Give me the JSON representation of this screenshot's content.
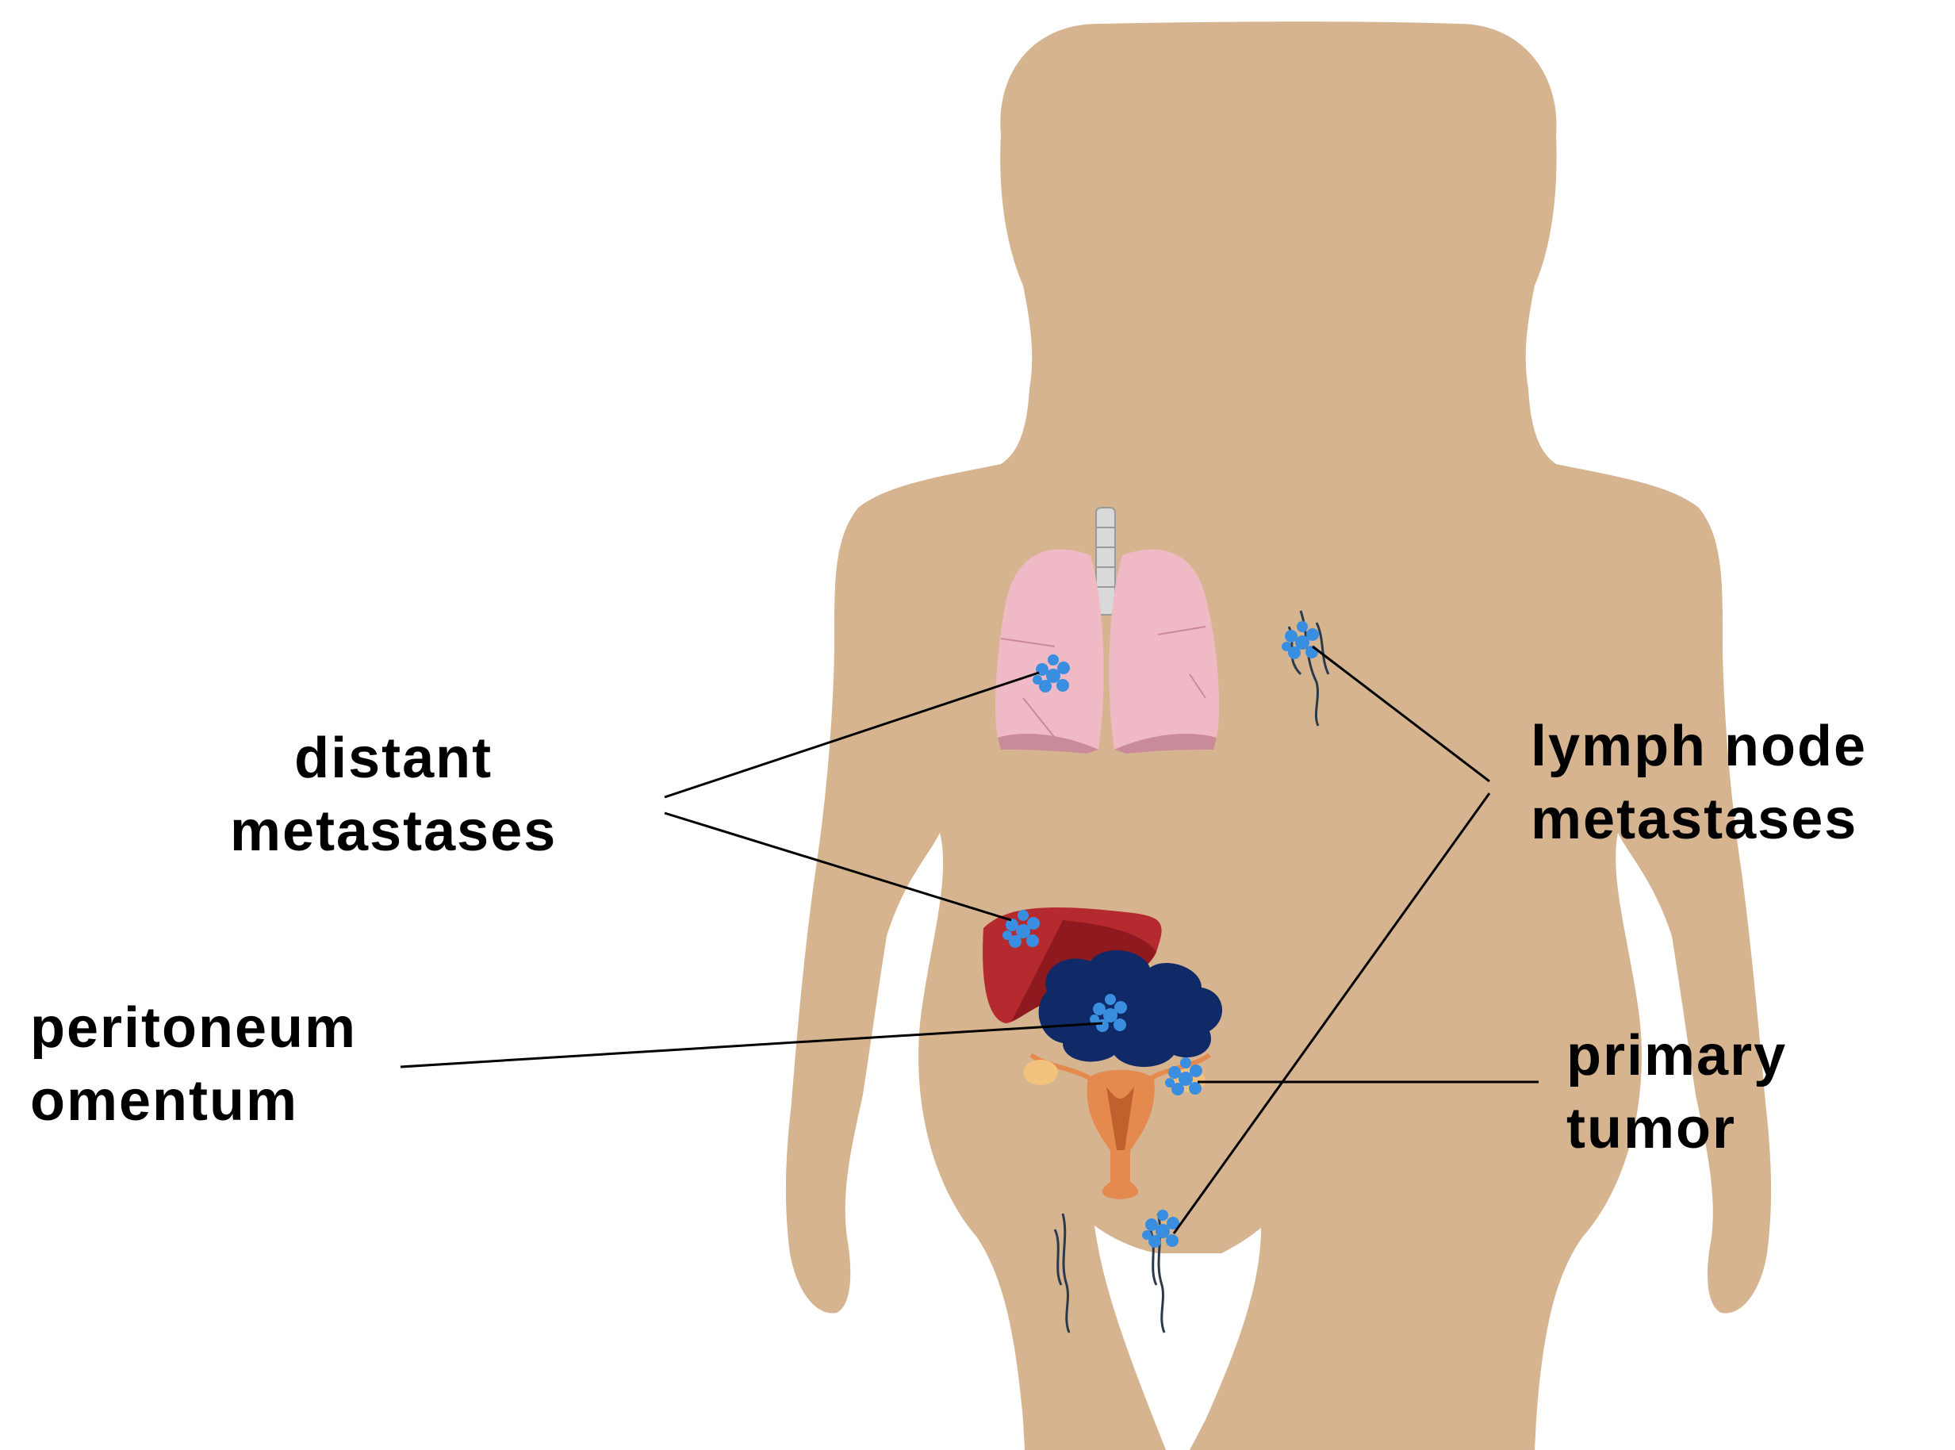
{
  "colors": {
    "background": "#ffffff",
    "skin": "#d7b490",
    "lung": "#f0b9c6",
    "lung_dark": "#c98a9a",
    "liver": "#b52a2e",
    "liver_dark": "#8e1a1f",
    "omentum": "#0f2a66",
    "uterus": "#e58a4f",
    "ovary": "#f2c27c",
    "tumor": "#3a8ee0",
    "lymph_vessel": "#2b3a4a",
    "leader_line": "#000000"
  },
  "labels": {
    "distant": {
      "line1": "distant",
      "line2": "metastases"
    },
    "lymph": {
      "line1": "lymph node",
      "line2": "metastases"
    },
    "peritoneum": {
      "line1": "peritoneum",
      "line2": "omentum"
    },
    "primary": {
      "line1": "primary",
      "line2": "tumor"
    }
  },
  "icons": {
    "body": "female-body-silhouette",
    "lungs": "lungs-icon",
    "liver": "liver-icon",
    "omentum": "omentum-icon",
    "uterus": "uterus-icon",
    "tumor": "tumor-cluster-icon",
    "lymph": "lymph-vessel-icon"
  }
}
